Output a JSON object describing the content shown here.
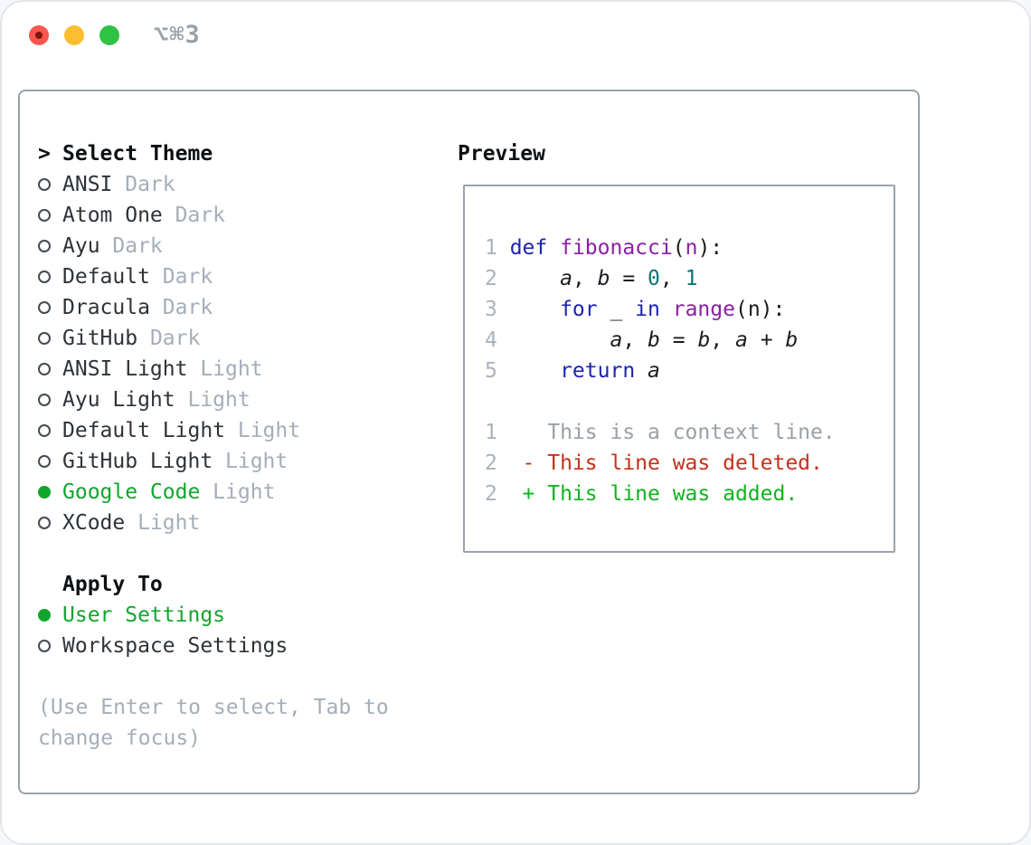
{
  "window": {
    "title": "⌥⌘3",
    "traffic_lights": [
      "close",
      "minimize",
      "zoom"
    ]
  },
  "colors": {
    "accent_green": "#12a52e",
    "muted": "#a4aeb9",
    "text": "#2e3338",
    "heading": "#0d1013",
    "panel_border": "#99a2ac",
    "line_number": "#a9b3bd",
    "keyword": "#1b23b2",
    "function": "#8a1fa5",
    "literal": "#0d7373",
    "code": "#1a1d20",
    "context": "#9aa0a6",
    "deleted": "#c6301b",
    "added": "#10b31f"
  },
  "theme_list": {
    "cursor": ">",
    "header": "Select Theme",
    "items": [
      {
        "name": "ANSI",
        "variant": "Dark",
        "selected": false
      },
      {
        "name": "Atom One",
        "variant": "Dark",
        "selected": false
      },
      {
        "name": "Ayu",
        "variant": "Dark",
        "selected": false
      },
      {
        "name": "Default",
        "variant": "Dark",
        "selected": false
      },
      {
        "name": "Dracula",
        "variant": "Dark",
        "selected": false
      },
      {
        "name": "GitHub",
        "variant": "Dark",
        "selected": false
      },
      {
        "name": "ANSI Light",
        "variant": "Light",
        "selected": false
      },
      {
        "name": "Ayu Light",
        "variant": "Light",
        "selected": false
      },
      {
        "name": "Default Light",
        "variant": "Light",
        "selected": false
      },
      {
        "name": "GitHub Light",
        "variant": "Light",
        "selected": false
      },
      {
        "name": "Google Code",
        "variant": "Light",
        "selected": true
      },
      {
        "name": "XCode",
        "variant": "Light",
        "selected": false
      }
    ]
  },
  "apply_to": {
    "header": "Apply To",
    "options": [
      {
        "name": "User Settings",
        "selected": true
      },
      {
        "name": "Workspace Settings",
        "selected": false
      }
    ]
  },
  "footer_hint": {
    "line1": "(Use Enter to select, Tab to",
    "line2": "change focus)"
  },
  "preview": {
    "title": "Preview",
    "lines": [
      {
        "num": "1",
        "tokens": [
          {
            "t": "def",
            "c": "keyword"
          },
          {
            "t": " ",
            "c": "code"
          },
          {
            "t": "fibonacci",
            "c": "function"
          },
          {
            "t": "(",
            "c": "code"
          },
          {
            "t": "n",
            "c": "function"
          },
          {
            "t": "):",
            "c": "code"
          }
        ]
      },
      {
        "num": "2",
        "tokens": [
          {
            "t": "    ",
            "c": "code"
          },
          {
            "t": "a",
            "c": "code",
            "i": true
          },
          {
            "t": ", ",
            "c": "code"
          },
          {
            "t": "b",
            "c": "code",
            "i": true
          },
          {
            "t": " = ",
            "c": "code"
          },
          {
            "t": "0",
            "c": "literal"
          },
          {
            "t": ", ",
            "c": "code"
          },
          {
            "t": "1",
            "c": "literal"
          }
        ]
      },
      {
        "num": "3",
        "tokens": [
          {
            "t": "    ",
            "c": "code"
          },
          {
            "t": "for",
            "c": "keyword"
          },
          {
            "t": " _ ",
            "c": "code"
          },
          {
            "t": "in",
            "c": "keyword"
          },
          {
            "t": " ",
            "c": "code"
          },
          {
            "t": "range",
            "c": "function"
          },
          {
            "t": "(n):",
            "c": "code"
          }
        ]
      },
      {
        "num": "4",
        "tokens": [
          {
            "t": "        ",
            "c": "code"
          },
          {
            "t": "a",
            "c": "code",
            "i": true
          },
          {
            "t": ", ",
            "c": "code"
          },
          {
            "t": "b",
            "c": "code",
            "i": true
          },
          {
            "t": " = ",
            "c": "code"
          },
          {
            "t": "b",
            "c": "code",
            "i": true
          },
          {
            "t": ", ",
            "c": "code"
          },
          {
            "t": "a",
            "c": "code",
            "i": true
          },
          {
            "t": " + ",
            "c": "code"
          },
          {
            "t": "b",
            "c": "code",
            "i": true
          }
        ]
      },
      {
        "num": "5",
        "tokens": [
          {
            "t": "    ",
            "c": "code"
          },
          {
            "t": "return",
            "c": "keyword"
          },
          {
            "t": " ",
            "c": "code"
          },
          {
            "t": "a",
            "c": "code",
            "i": true
          }
        ]
      },
      {
        "num": "",
        "tokens": []
      },
      {
        "num": "1",
        "tokens": [
          {
            "t": "   This is a context line.",
            "c": "context"
          }
        ]
      },
      {
        "num": "2",
        "tokens": [
          {
            "t": " ",
            "c": "code"
          },
          {
            "t": "- This line was deleted.",
            "c": "deleted"
          }
        ]
      },
      {
        "num": "2",
        "tokens": [
          {
            "t": " ",
            "c": "code"
          },
          {
            "t": "+ This line was added.",
            "c": "added"
          }
        ]
      }
    ]
  }
}
